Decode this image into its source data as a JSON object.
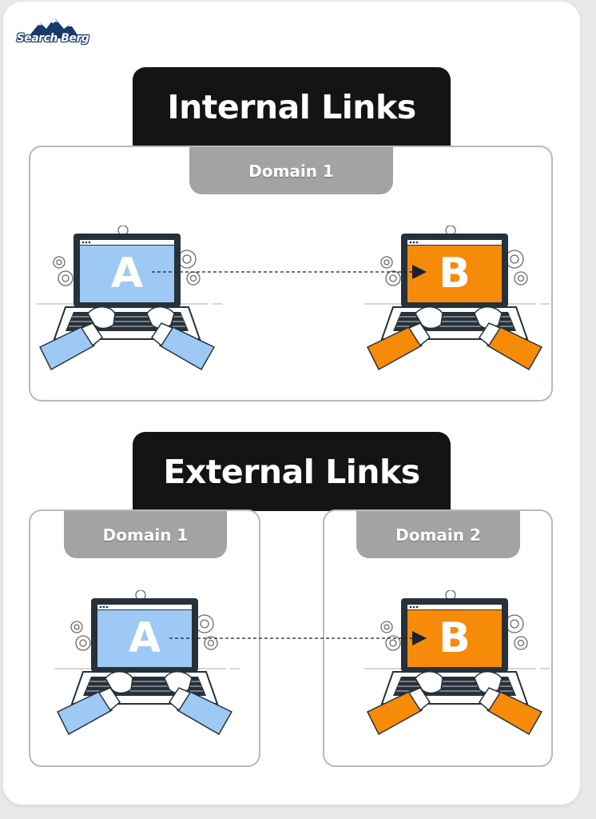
{
  "logo": {
    "text": "Search Berg"
  },
  "sections": {
    "internal": {
      "title": "Internal Links",
      "domain_label": "Domain 1",
      "source_letter": "A",
      "target_letter": "B"
    },
    "external": {
      "title": "External Links",
      "left_domain_label": "Domain 1",
      "right_domain_label": "Domain 2",
      "source_letter": "A",
      "target_letter": "B"
    }
  },
  "colors": {
    "background": "#e9e9ea",
    "title_tab": "#141414",
    "domain_tab": "#a3a3a3",
    "screen_a": "#9ec9f4",
    "screen_b": "#f68b0a",
    "laptop_frame": "#26313a",
    "link_line": "#222222",
    "arrow": "#1a2230"
  },
  "icons": [
    "mountain-logo-icon",
    "gear-icon",
    "laptop-icon",
    "hand-icon",
    "arrow-right-icon"
  ]
}
